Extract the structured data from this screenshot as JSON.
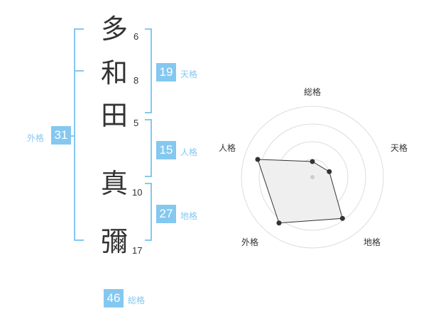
{
  "name": {
    "chars": [
      {
        "char": "多",
        "strokes": "6"
      },
      {
        "char": "和",
        "strokes": "8"
      },
      {
        "char": "田",
        "strokes": "5"
      },
      {
        "char": "真",
        "strokes": "10"
      },
      {
        "char": "彌",
        "strokes": "17"
      }
    ]
  },
  "scores": {
    "tenkaku": {
      "value": "19",
      "label": "天格"
    },
    "jinkaku": {
      "value": "15",
      "label": "人格"
    },
    "chikaku": {
      "value": "27",
      "label": "地格"
    },
    "gaikaku": {
      "value": "31",
      "label": "外格"
    },
    "soukaku": {
      "value": "46",
      "label": "総格"
    }
  },
  "colors": {
    "accent": "#84c8f0",
    "text": "#333333"
  },
  "chart_data": {
    "type": "radar",
    "axes": [
      "総格",
      "天格",
      "地格",
      "外格",
      "人格"
    ],
    "values": [
      0.22,
      0.25,
      0.72,
      0.8,
      0.81
    ],
    "rings": 4
  }
}
